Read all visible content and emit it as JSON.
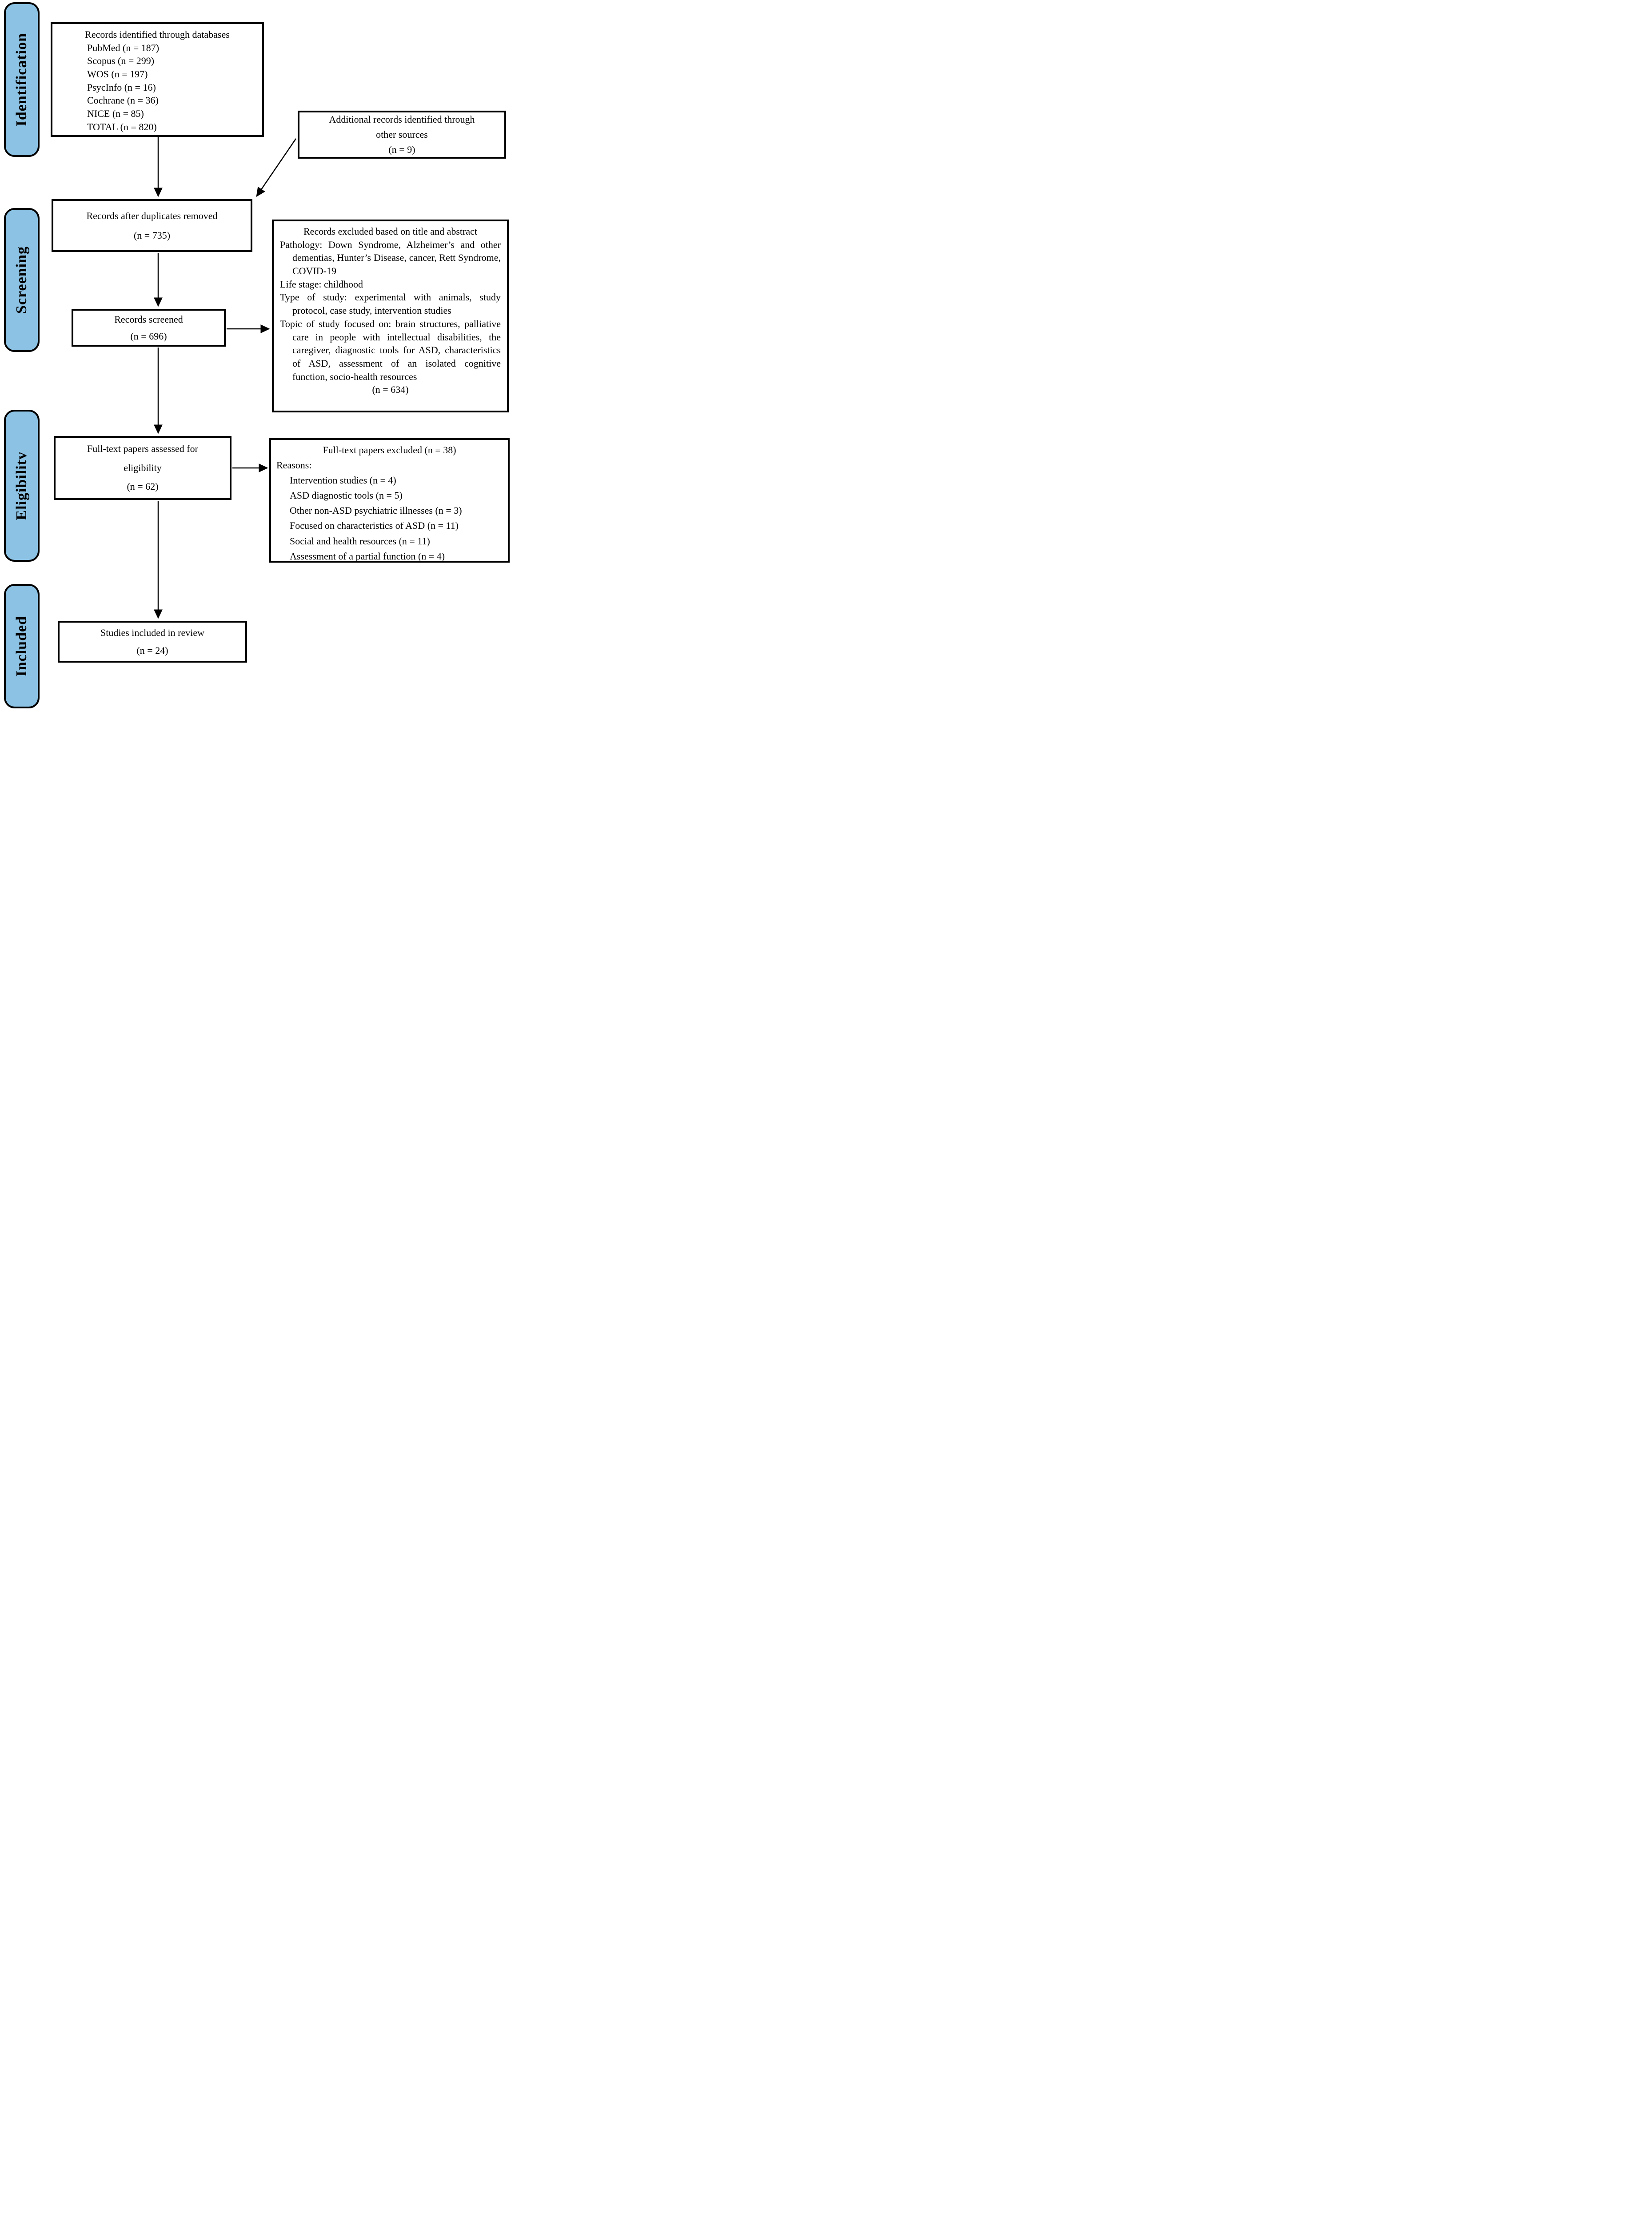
{
  "diagram": {
    "colors": {
      "stage_fill": "#8CC3E5",
      "line": "#000000",
      "background": "#FFFFFF"
    },
    "stages": [
      {
        "label": "Identification"
      },
      {
        "label": "Screening"
      },
      {
        "label": "Eligibilitv"
      },
      {
        "label": "Included"
      }
    ],
    "boxes": {
      "identified": {
        "title": "Records identified through databases",
        "items": [
          "PubMed (n = 187)",
          "Scopus (n = 299)",
          "WOS (n = 197)",
          "PsycInfo (n = 16)",
          "Cochrane (n = 36)",
          "NICE (n = 85)",
          "TOTAL (n = 820)"
        ]
      },
      "additional": {
        "line1": "Additional records identified through",
        "line2": "other sources",
        "count": "(n = 9)"
      },
      "duplicates": {
        "line1": "Records after duplicates removed",
        "count": "(n = 735)"
      },
      "screened": {
        "line1": "Records screened",
        "count": "(n = 696)"
      },
      "excluded_title_abstract": {
        "title": "Records excluded based on title and abstract",
        "paragraphs": [
          "Pathology: Down Syndrome, Alzheimer’s and other dementias, Hunter’s Disease, cancer, Rett Syndrome, COVID-19",
          "Life stage: childhood",
          "Type of study: experimental with animals, study protocol, case study, intervention studies",
          "Topic of study focused on: brain structures, palliative care in people with intellectual disabilities, the caregiver, diagnostic tools for ASD, characteristics of ASD, assessment of an isolated cognitive function, socio-health resources"
        ],
        "count": "(n = 634)"
      },
      "fulltext": {
        "line1": "Full-text papers assessed for",
        "line2": "eligibility",
        "count": "(n = 62)"
      },
      "fulltext_excluded": {
        "title": "Full-text papers excluded (n = 38)",
        "reasons_label": "Reasons:",
        "items": [
          "Intervention studies (n = 4)",
          "ASD diagnostic tools (n = 5)",
          "Other non-ASD psychiatric illnesses (n = 3)",
          "Focused on characteristics of ASD (n = 11)",
          "Social and health resources (n = 11)",
          "Assessment of a partial function (n = 4)"
        ]
      },
      "included": {
        "line1": "Studies included in review",
        "count": "(n = 24)"
      }
    }
  }
}
